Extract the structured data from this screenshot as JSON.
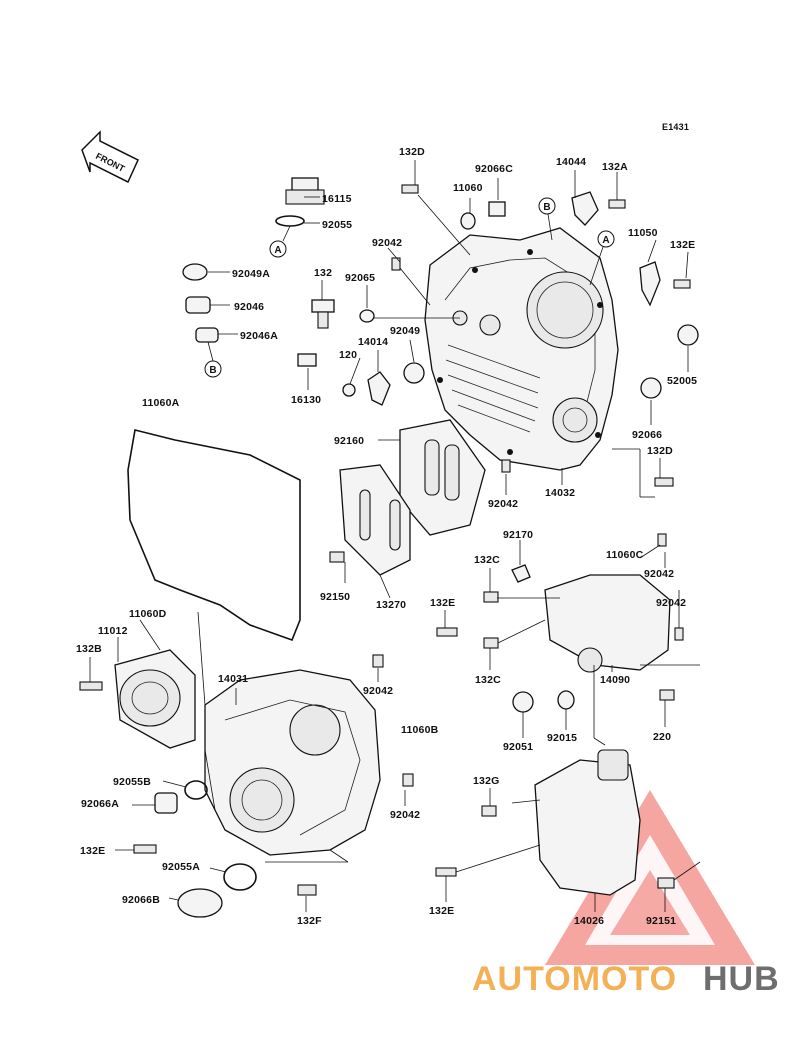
{
  "diagram_code": "E1431",
  "front_arrow": {
    "label": "FRONT"
  },
  "callout_letters": [
    "A",
    "B",
    "A",
    "B"
  ],
  "labels": [
    {
      "id": "132D_top",
      "text": "132D"
    },
    {
      "id": "11060",
      "text": "11060"
    },
    {
      "id": "92066C",
      "text": "92066C"
    },
    {
      "id": "14044",
      "text": "14044"
    },
    {
      "id": "132A",
      "text": "132A"
    },
    {
      "id": "16115",
      "text": "16115"
    },
    {
      "id": "92055",
      "text": "92055"
    },
    {
      "id": "11050",
      "text": "11050"
    },
    {
      "id": "132E_r",
      "text": "132E"
    },
    {
      "id": "92042_a",
      "text": "92042"
    },
    {
      "id": "132",
      "text": "132"
    },
    {
      "id": "92065",
      "text": "92065"
    },
    {
      "id": "92049A",
      "text": "92049A"
    },
    {
      "id": "92046",
      "text": "92046"
    },
    {
      "id": "92046A",
      "text": "92046A"
    },
    {
      "id": "92049",
      "text": "92049"
    },
    {
      "id": "14014",
      "text": "14014"
    },
    {
      "id": "120",
      "text": "120"
    },
    {
      "id": "16130",
      "text": "16130"
    },
    {
      "id": "52005",
      "text": "52005"
    },
    {
      "id": "11060A",
      "text": "11060A"
    },
    {
      "id": "92066",
      "text": "92066"
    },
    {
      "id": "132D_r",
      "text": "132D"
    },
    {
      "id": "92160",
      "text": "92160"
    },
    {
      "id": "92042_b",
      "text": "92042"
    },
    {
      "id": "14032",
      "text": "14032"
    },
    {
      "id": "92170",
      "text": "92170"
    },
    {
      "id": "132C_a",
      "text": "132C"
    },
    {
      "id": "11060C",
      "text": "11060C"
    },
    {
      "id": "92042_c",
      "text": "92042"
    },
    {
      "id": "92150",
      "text": "92150"
    },
    {
      "id": "13270",
      "text": "13270"
    },
    {
      "id": "132E_m",
      "text": "132E"
    },
    {
      "id": "92042_d",
      "text": "92042"
    },
    {
      "id": "11060D",
      "text": "11060D"
    },
    {
      "id": "11012",
      "text": "11012"
    },
    {
      "id": "132B",
      "text": "132B"
    },
    {
      "id": "14031",
      "text": "14031"
    },
    {
      "id": "92042_e",
      "text": "92042"
    },
    {
      "id": "132C_b",
      "text": "132C"
    },
    {
      "id": "14090",
      "text": "14090"
    },
    {
      "id": "220",
      "text": "220"
    },
    {
      "id": "11060B",
      "text": "11060B"
    },
    {
      "id": "92051",
      "text": "92051"
    },
    {
      "id": "92015",
      "text": "92015"
    },
    {
      "id": "92055B",
      "text": "92055B"
    },
    {
      "id": "92066A",
      "text": "92066A"
    },
    {
      "id": "92042_f",
      "text": "92042"
    },
    {
      "id": "132G",
      "text": "132G"
    },
    {
      "id": "132E_l",
      "text": "132E"
    },
    {
      "id": "92055A",
      "text": "92055A"
    },
    {
      "id": "92066B",
      "text": "92066B"
    },
    {
      "id": "132F",
      "text": "132F"
    },
    {
      "id": "132E_b",
      "text": "132E"
    },
    {
      "id": "14026",
      "text": "14026"
    },
    {
      "id": "92151",
      "text": "92151"
    }
  ],
  "watermark": {
    "part1": "AUTOMOTO",
    "part2": "HUB",
    "color_primary": "#f2a33a",
    "color_secondary": "#e8392f",
    "color_dark": "#555555"
  }
}
